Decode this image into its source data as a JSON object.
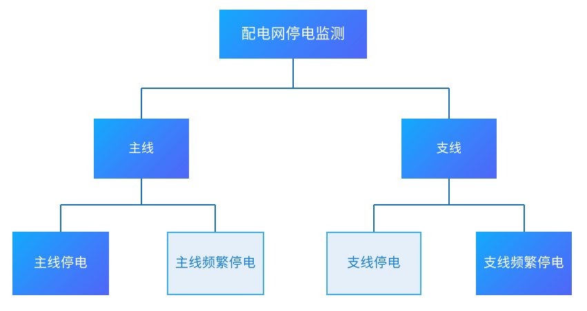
{
  "diagram": {
    "type": "tree-hierarchy",
    "title": "配电网停电监测",
    "orientation": "top-down",
    "colors": {
      "filled_gradient_start": "#12aafc",
      "filled_gradient_mid": "#3b7ffb",
      "filled_gradient_end": "#4f66f7",
      "outlined_fill": "#e4eff9",
      "outlined_border": "#3eb0ef",
      "outlined_text": "#1a7fd4",
      "connector_line": "#1a6fb8",
      "filled_text": "#ffffff",
      "background": "#ffffff"
    },
    "nodes": [
      {
        "id": "root",
        "label": "配电网停电监测",
        "level": 0,
        "style": "filled"
      },
      {
        "id": "main-line",
        "label": "主线",
        "level": 1,
        "style": "filled",
        "parent": "root"
      },
      {
        "id": "branch-line",
        "label": "支线",
        "level": 1,
        "style": "filled",
        "parent": "root"
      },
      {
        "id": "main-outage",
        "label": "主线停电",
        "level": 2,
        "style": "filled",
        "parent": "main-line"
      },
      {
        "id": "main-frequent-outage",
        "label": "主线频繁停电",
        "level": 2,
        "style": "outlined",
        "parent": "main-line"
      },
      {
        "id": "branch-outage",
        "label": "支线停电",
        "level": 2,
        "style": "outlined",
        "parent": "branch-line"
      },
      {
        "id": "branch-frequent-outage",
        "label": "支线频繁停电",
        "level": 2,
        "style": "filled",
        "parent": "branch-line"
      }
    ],
    "edges": [
      {
        "from": "root",
        "to": "main-line"
      },
      {
        "from": "root",
        "to": "branch-line"
      },
      {
        "from": "main-line",
        "to": "main-outage"
      },
      {
        "from": "main-line",
        "to": "main-frequent-outage"
      },
      {
        "from": "branch-line",
        "to": "branch-outage"
      },
      {
        "from": "branch-line",
        "to": "branch-frequent-outage"
      }
    ]
  }
}
